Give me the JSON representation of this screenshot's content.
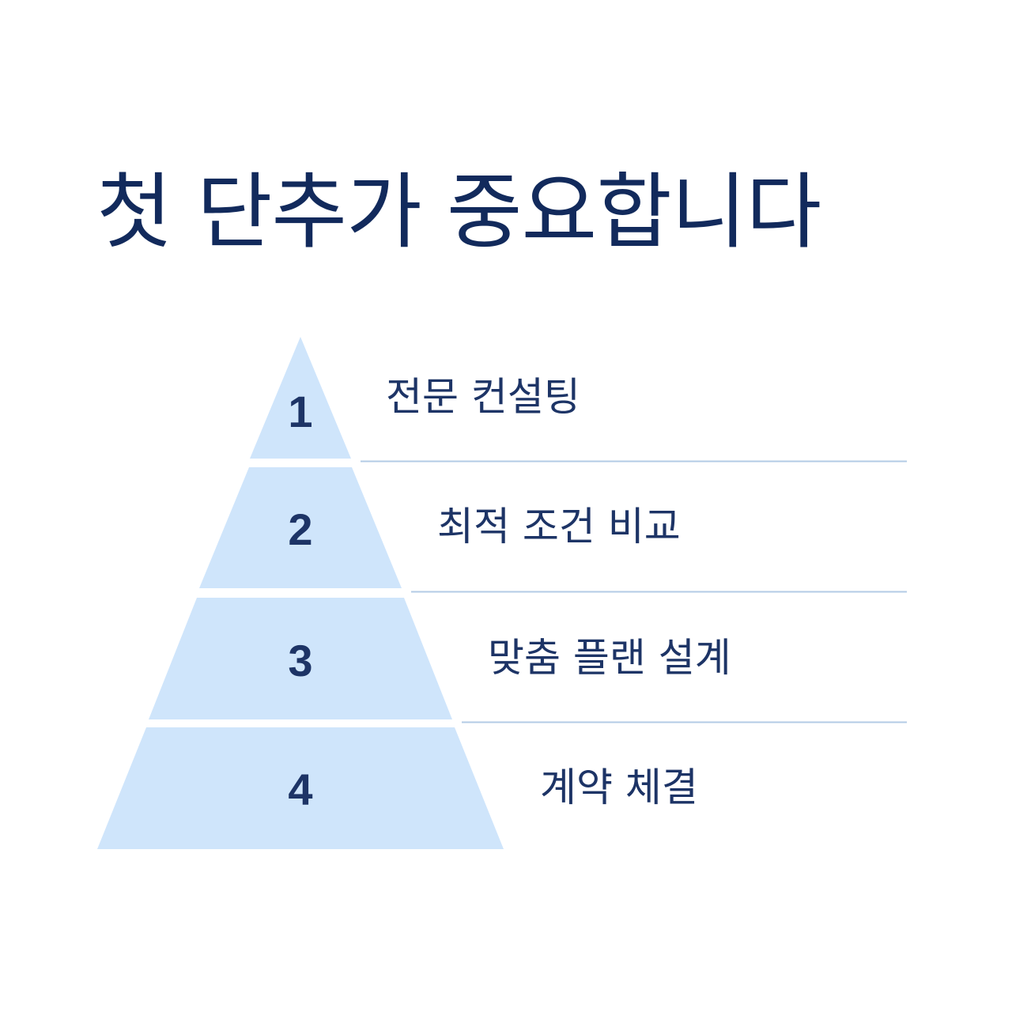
{
  "title": "첫 단추가 중요합니다",
  "colors": {
    "title": "#122a5c",
    "text": "#1d3466",
    "tier_fill": "#cfe5fb",
    "divider": "#b3cbe6",
    "background": "#ffffff"
  },
  "steps": [
    {
      "number": "1",
      "label": "전문 컨설팅"
    },
    {
      "number": "2",
      "label": "최적 조건 비교"
    },
    {
      "number": "3",
      "label": "맞춤 플랜 설계"
    },
    {
      "number": "4",
      "label": "계약 체결"
    }
  ]
}
